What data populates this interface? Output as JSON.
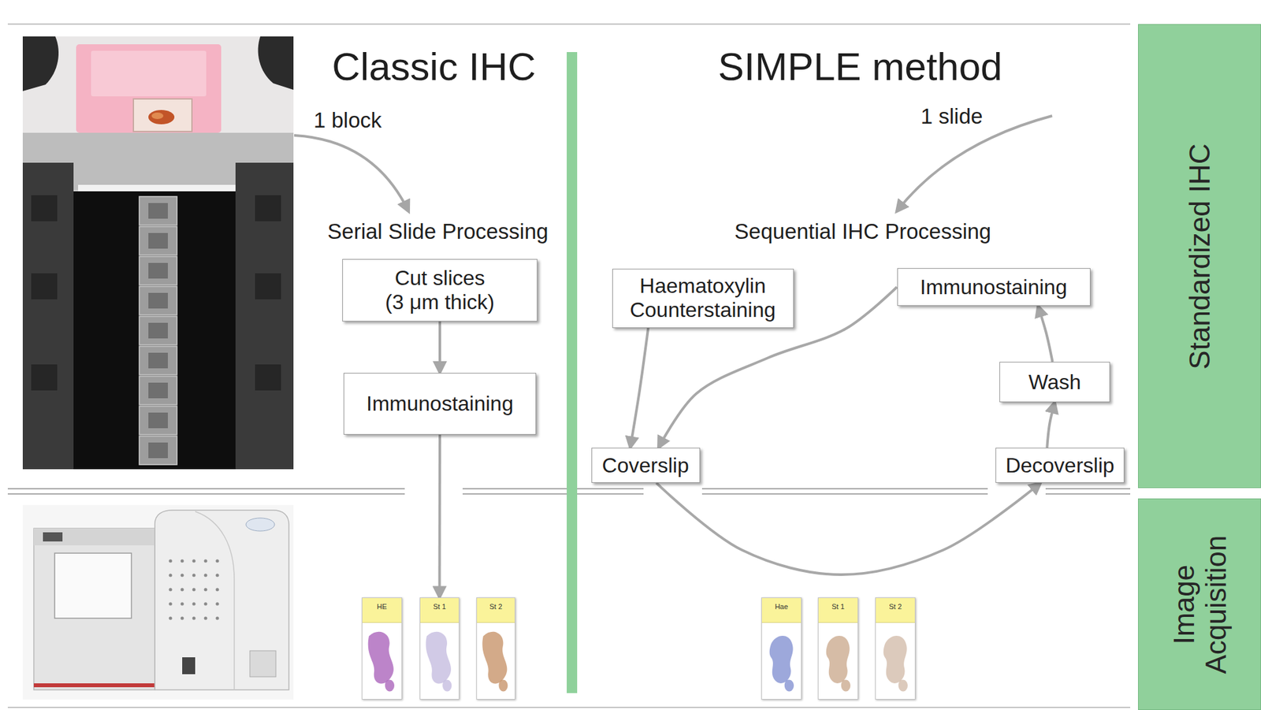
{
  "diagram": {
    "nodes": [
      {
        "text": [
          "Cut slices (3 μm thick)"
        ]
      },
      {
        "text": [
          "Immunostaining"
        ]
      },
      {
        "text": [
          "Haematoxylin Counterstaining"
        ]
      },
      {
        "text": [
          "Immunostaining"
        ]
      },
      {
        "text": [
          "Wash"
        ]
      },
      {
        "text": [
          "Coverslip"
        ]
      },
      {
        "text": [
          "Decoverslip"
        ]
      },
      {
        "text": [
          "Standardized IHC"
        ]
      },
      {
        "text": [
          "Image Acquisition"
        ]
      },
      {
        "text": [
          "HE"
        ]
      },
      {
        "text": [
          "St 1"
        ]
      },
      {
        "text": [
          "St 2"
        ]
      },
      {
        "text": [
          "Hae"
        ]
      },
      {
        "text": [
          "St 1"
        ]
      },
      {
        "text": [
          "St 2"
        ]
      }
    ],
    "edges": [
      {
        "from": 0,
        "to": 1,
        "arrow": "to"
      },
      {
        "from": 1,
        "to": 10,
        "arrow": "to"
      },
      {
        "from": 2,
        "to": 5,
        "arrow": "to"
      },
      {
        "from": 3,
        "to": 5,
        "arrow": "to"
      },
      {
        "from": 5,
        "to": 6,
        "arrow": "to"
      },
      {
        "from": 6,
        "to": 4,
        "arrow": "to"
      },
      {
        "from": 4,
        "to": 3,
        "arrow": "to"
      }
    ],
    "labels": [
      "Classic IHC",
      "SIMPLE method",
      "1 block",
      "1 slide",
      "Serial Slide Processing",
      "Sequential IHC Processing"
    ]
  }
}
